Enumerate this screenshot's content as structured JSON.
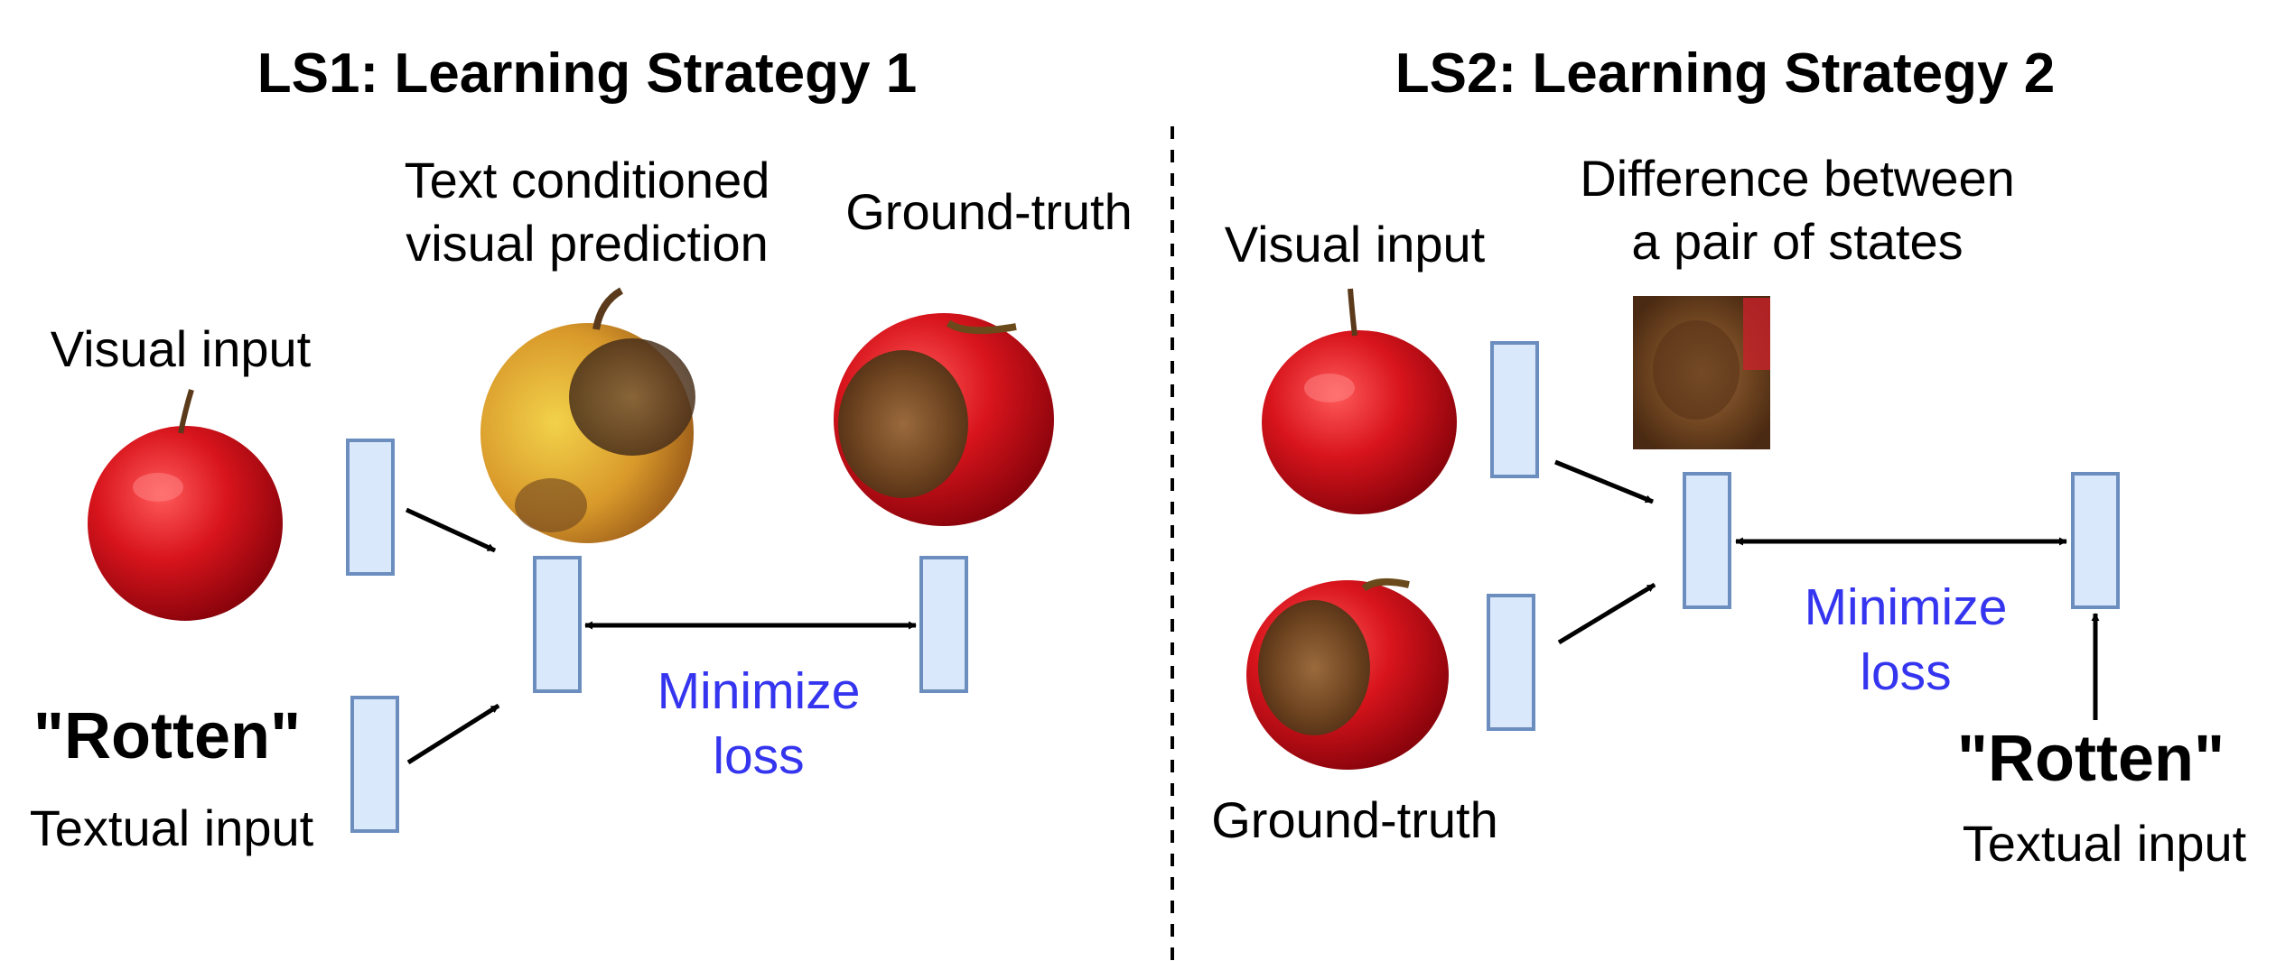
{
  "left": {
    "title": "LS1: Learning Strategy 1",
    "visual_input": "Visual input",
    "prediction_line1": "Text conditioned",
    "prediction_line2": "visual prediction",
    "ground_truth": "Ground-truth",
    "text_quote": "\"Rotten\"",
    "textual_input": "Textual input",
    "loss_line1": "Minimize",
    "loss_line2": "loss"
  },
  "right": {
    "title": "LS2: Learning Strategy 2",
    "visual_input": "Visual input",
    "difference_line1": "Difference between",
    "difference_line2": "a pair of states",
    "ground_truth": "Ground-truth",
    "text_quote": "\"Rotten\"",
    "textual_input": "Textual input",
    "loss_line1": "Minimize",
    "loss_line2": "loss"
  },
  "colors": {
    "feature_fill": "#dae8fc",
    "feature_stroke": "#6c8ebf",
    "loss_text": "#3535f0"
  },
  "icons": [
    "fresh-apple-icon",
    "rotten-apple-icon",
    "rot-patch-icon",
    "arrow-icon",
    "double-arrow-icon"
  ]
}
